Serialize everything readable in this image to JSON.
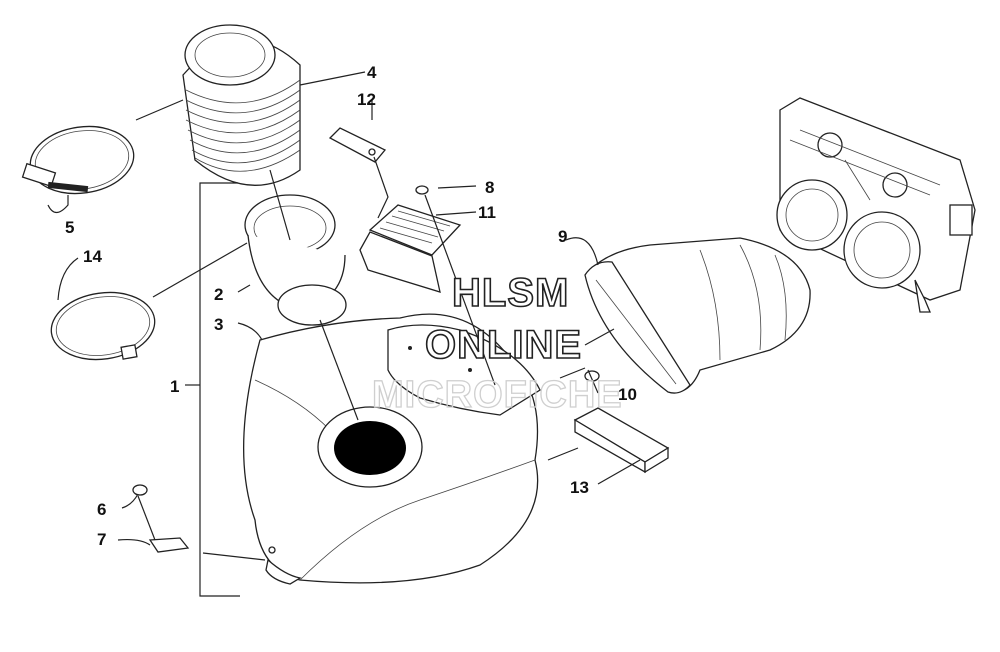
{
  "callouts": {
    "c1": "1",
    "c2": "2",
    "c3": "3",
    "c4": "4",
    "c5": "5",
    "c6": "6",
    "c7": "7",
    "c8": "8",
    "c9": "9",
    "c10": "10",
    "c11": "11",
    "c12": "12",
    "c13": "13",
    "c14": "14"
  },
  "watermark": {
    "line1": "HLSM",
    "line2": "ONLINE",
    "line3": "MICROFICHE"
  },
  "parts": [
    "bellows-boot-icon",
    "hose-clamp-icon",
    "intake-boot-icon",
    "airbox-housing-icon",
    "plug-icon",
    "mounting-clip-icon",
    "rivet-icon",
    "intake-duct-icon",
    "screw-icon",
    "decal-icon",
    "label-plate-icon",
    "foam-block-icon",
    "carburetor-assembly-icon"
  ]
}
